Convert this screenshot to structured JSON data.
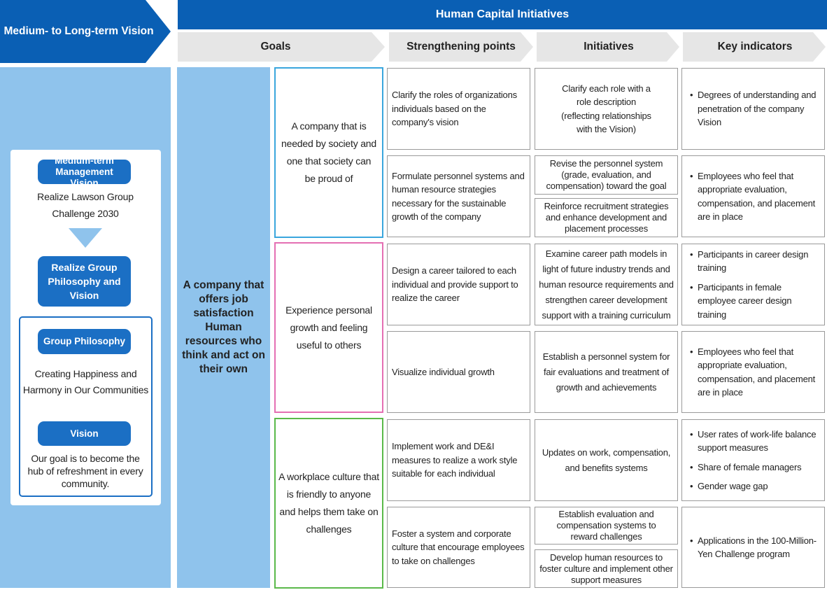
{
  "header": {
    "vision_label": "Medium- to Long-term Vision",
    "initiatives_label": "Human Capital Initiatives",
    "columns": [
      "Goals",
      "Strengthening points",
      "Initiatives",
      "Key indicators"
    ]
  },
  "colors": {
    "header_blue": "#0a5fb4",
    "light_blue": "#8fc3ec",
    "pill_blue": "#1b6fc4",
    "goal1_border": "#3aa6dd",
    "goal2_border": "#e46fb3",
    "goal3_border": "#5ab94a",
    "grey_arrow": "#e6e6e6"
  },
  "vision_panel": {
    "mid_term_label": "Medium-term Management Vision",
    "mid_term_text": "Realize Lawson Group Challenge 2030",
    "realize_label": "Realize Group Philosophy and Vision",
    "philosophy_label": "Group Philosophy",
    "philosophy_text": "Creating Happiness and Harmony in Our Communities",
    "vision_label": "Vision",
    "vision_text": "Our goal is to become the hub of refreshment in every community."
  },
  "main_goal": "A company that offers job satisfaction Human resources who think and act on their own",
  "goals": [
    "A company that is needed by society and one that society can be proud of",
    "Experience personal growth and feeling useful to others",
    "A workplace culture that is friendly to anyone and helps them take on challenges"
  ],
  "strengthening_points": [
    "Clarify the roles of organizations individuals based on the company's vision",
    "Formulate personnel systems and human resource strategies necessary for the sustainable growth of the company",
    "Design a career tailored to each individual and provide support to realize the career",
    "Visualize individual growth",
    "Implement work and DE&I measures to realize a work style suitable for each individual",
    "Foster a system and corporate culture that encourage employees to take on challenges"
  ],
  "initiatives": {
    "i1": "Clarify each role with a role description (reflecting relationships with the Vision)",
    "i2a": "Revise the personnel system (grade, evaluation, and compensation) toward the goal",
    "i2b": "Reinforce recruitment strategies and enhance development and placement processes",
    "i3": "Examine career path models in light of future industry trends and human resource requirements and strengthen career development support with a training curriculum",
    "i4": "Establish a personnel system for fair evaluations and treatment of growth and achievements",
    "i5": "Updates on work, compensation, and benefits systems",
    "i6a": "Establish evaluation and compensation systems to reward challenges",
    "i6b": "Develop human resources to foster culture and implement other support measures"
  },
  "indicators": {
    "k1": [
      "Degrees of understanding and penetration of the company Vision"
    ],
    "k2": [
      "Employees who feel that appropriate evaluation, compensation, and placement are in place"
    ],
    "k3": [
      "Participants in career design training",
      "Participants in female employee career design training"
    ],
    "k4": [
      "Employees who feel that appropriate evaluation, compensation, and placement are in place"
    ],
    "k5": [
      "User rates of work-life balance support measures",
      "Share of female managers",
      "Gender wage gap"
    ],
    "k6": [
      "Applications in the 100-Million-Yen Challenge program"
    ]
  }
}
